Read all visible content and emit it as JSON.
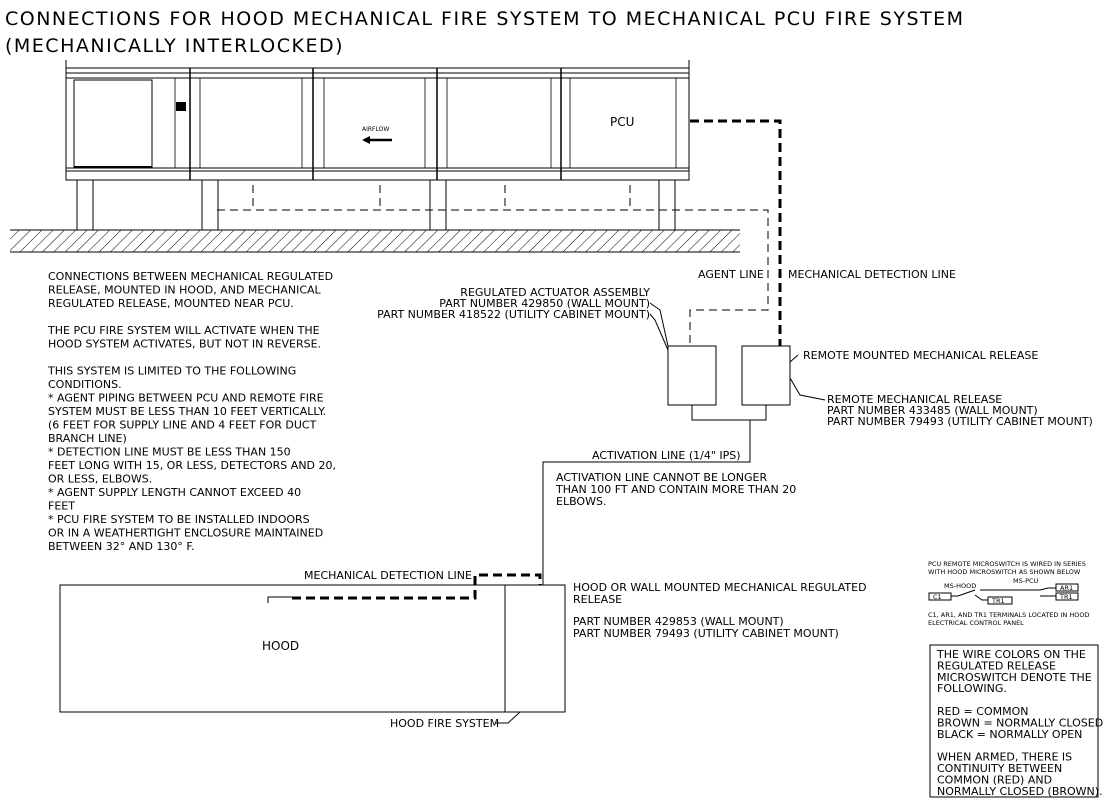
{
  "title": {
    "line1": "CONNECTIONS FOR HOOD MECHANICAL FIRE SYSTEM TO MECHANICAL PCU FIRE SYSTEM",
    "line2": "(MECHANICALLY INTERLOCKED)"
  },
  "pcu": {
    "label": "PCU",
    "airflow": "AIRFLOW"
  },
  "notes": [
    "CONNECTIONS BETWEEN MECHANICAL REGULATED",
    "RELEASE, MOUNTED IN HOOD, AND MECHANICAL",
    "REGULATED RELEASE, MOUNTED NEAR PCU.",
    "",
    "THE PCU FIRE SYSTEM WILL ACTIVATE WHEN THE",
    "HOOD SYSTEM ACTIVATES, BUT NOT IN REVERSE.",
    "",
    "THIS SYSTEM IS LIMITED TO THE FOLLOWING",
    "CONDITIONS.",
    "*    AGENT PIPING BETWEEN PCU AND REMOTE FIRE",
    "SYSTEM MUST BE LESS THAN 10 FEET VERTICALLY.",
    "(6 FEET FOR SUPPLY LINE AND 4 FEET FOR DUCT",
    "BRANCH LINE)",
    "*    DETECTION LINE MUST BE LESS THAN 150",
    "FEET LONG WITH 15, OR LESS, DETECTORS AND 20,",
    "OR LESS, ELBOWS.",
    "*    AGENT SUPPLY LENGTH CANNOT EXCEED 40",
    "FEET",
    "*    PCU FIRE SYSTEM TO BE INSTALLED INDOORS",
    "OR IN A WEATHERTIGHT ENCLOSURE MAINTAINED",
    "BETWEEN 32° AND 130° F."
  ],
  "labels": {
    "agent_line": "AGENT LINE",
    "mech_detection_line": "MECHANICAL DETECTION LINE",
    "actuator": [
      "REGULATED ACTUATOR ASSEMBLY",
      "PART NUMBER 429850 (WALL MOUNT)",
      "PART NUMBER 418522 (UTILITY CABINET MOUNT)"
    ],
    "remote_mounted": "REMOTE MOUNTED MECHANICAL RELEASE",
    "remote_release": [
      "REMOTE MECHANICAL RELEASE",
      "PART NUMBER 433485 (WALL MOUNT)",
      "PART NUMBER 79493 (UTILITY CABINET MOUNT)"
    ],
    "activation_line": "ACTIVATION LINE (1/4\" IPS)",
    "activation_note": [
      "ACTIVATION LINE CANNOT BE LONGER",
      "THAN 100 FT AND CONTAIN MORE THAN 20",
      "ELBOWS."
    ],
    "hood_detection_line": "MECHANICAL DETECTION LINE",
    "hood_release": [
      "HOOD OR WALL MOUNTED MECHANICAL REGULATED",
      "RELEASE",
      "",
      "PART NUMBER 429853 (WALL MOUNT)",
      "PART NUMBER 79493 (UTILITY CABINET MOUNT)"
    ],
    "hood": "HOOD",
    "hood_fire_system": "HOOD FIRE SYSTEM"
  },
  "wiring": {
    "header": [
      "PCU REMOTE MICROSWITCH IS WIRED IN SERIES",
      "WITH HOOD MICROSWITCH AS SHOWN BELOW"
    ],
    "ms_hood": "MS-HOOD",
    "ms_pcu": "MS-PCU",
    "c1": "C1",
    "tr1_a": "TR1",
    "ar1": "AR1",
    "tr1_b": "TR1",
    "footer": [
      "C1, AR1, AND TR1 TERMINALS LOCATED IN HOOD",
      "ELECTRICAL CONTROL PANEL"
    ]
  },
  "wire_colors": [
    "THE WIRE COLORS ON THE",
    "REGULATED RELEASE",
    "MICROSWITCH DENOTE THE",
    "FOLLOWING.",
    "",
    "RED    = COMMON",
    "BROWN = NORMALLY CLOSED",
    "BLACK = NORMALLY OPEN",
    "",
    "WHEN ARMED, THERE IS",
    "CONTINUITY BETWEEN",
    "COMMON (RED) AND",
    "NORMALLY CLOSED (BROWN)."
  ]
}
